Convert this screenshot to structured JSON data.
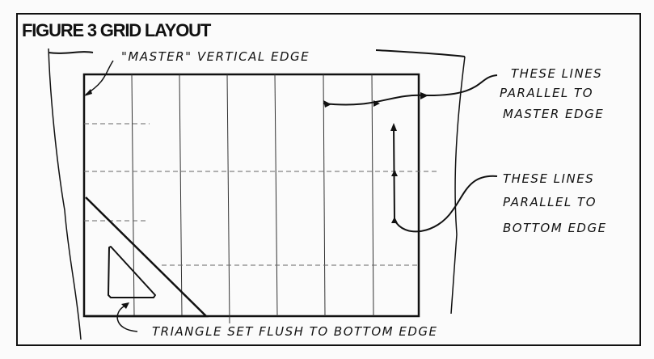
{
  "title": "FIGURE 3 GRID LAYOUT",
  "labels": {
    "master_edge": "\"MASTER\" VERTICAL EDGE",
    "parallel_master": [
      "THESE LINES",
      "PARALLEL TO",
      "MASTER EDGE"
    ],
    "parallel_bottom": [
      "THESE LINES",
      "PARALLEL TO",
      "BOTTOM EDGE"
    ],
    "triangle": "TRIANGLE SET FLUSH TO BOTTOM EDGE"
  }
}
